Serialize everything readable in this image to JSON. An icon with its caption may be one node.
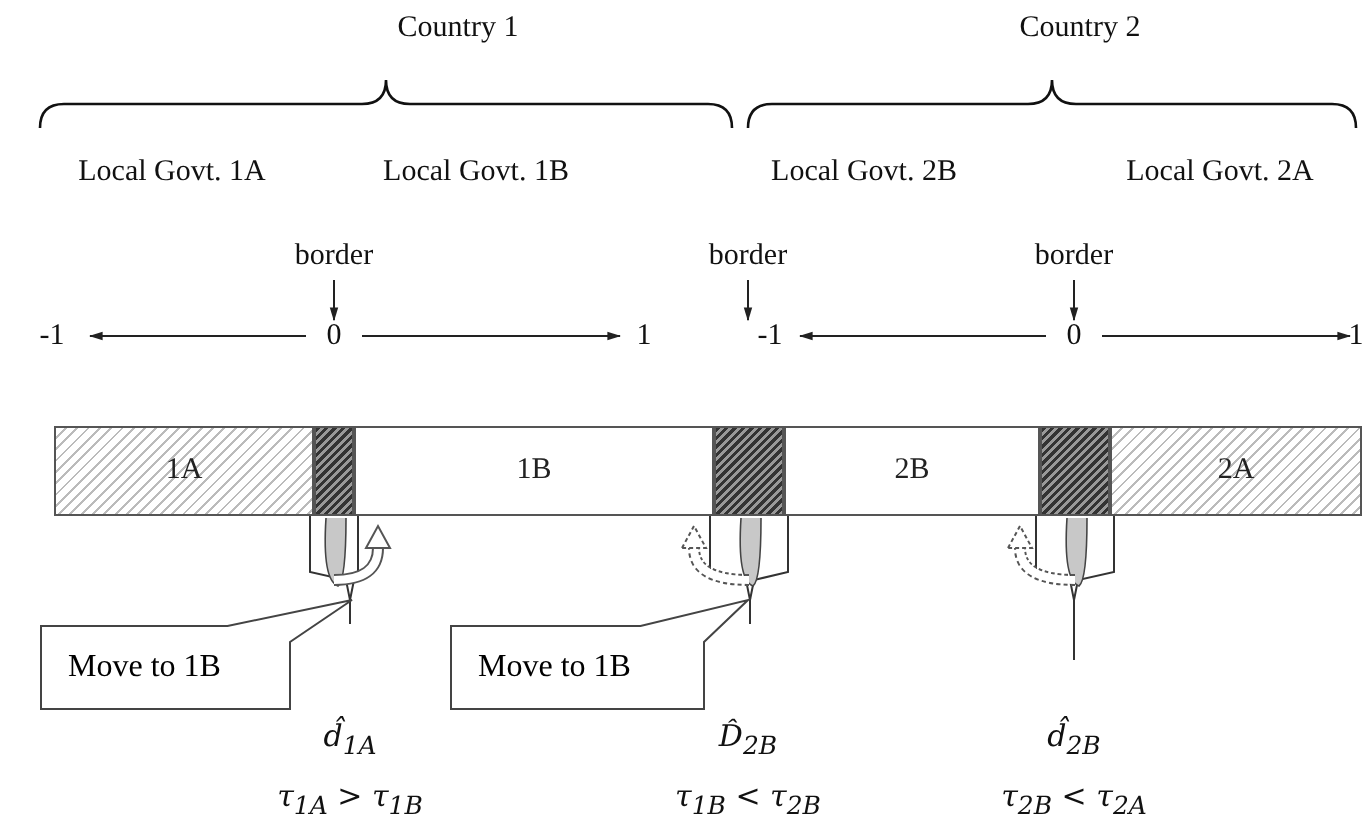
{
  "diagram": {
    "nodes": [
      {
        "text": [
          "1A"
        ]
      },
      {
        "text": [],
        "shape": "box"
      },
      {
        "text": [
          "1B"
        ]
      },
      {
        "text": [],
        "shape": "box"
      },
      {
        "text": [
          "2B"
        ]
      },
      {
        "text": [],
        "shape": "box"
      },
      {
        "text": [
          "2A"
        ]
      },
      {
        "text": [
          "Move to 1B"
        ]
      },
      {
        "text": [
          "Move to 1B"
        ]
      }
    ],
    "labels": [
      "Country 1",
      "Country 2",
      "Local Govt. 1A",
      "Local Govt. 1B",
      "Local Govt. 2B",
      "Local Govt. 2A",
      "border",
      "border",
      "border",
      "-1",
      "0",
      "1",
      "-1",
      "0",
      "1",
      "d̂$_{1A}$",
      "D̂$_{2B}$",
      "d̂$_{2B}$",
      "τ$_{1A}$ > τ$_{1B}$",
      "τ$_{1B}$ < τ$_{2B}$",
      "τ$_{2B}$ < τ$_{2A}$"
    ]
  }
}
